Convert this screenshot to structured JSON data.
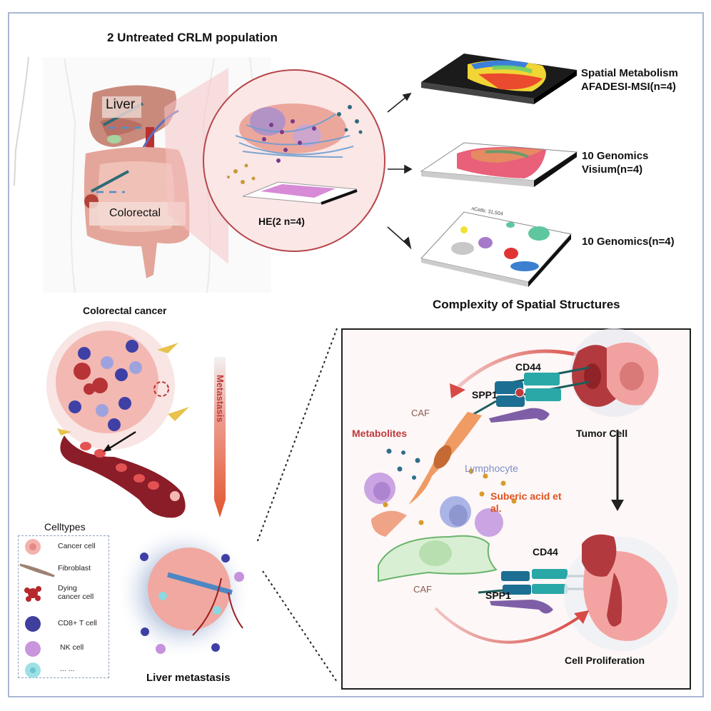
{
  "figure": {
    "top_title": "2 Untreated CRLM population",
    "organ_labels": {
      "liver": "Liver",
      "colorectal": "Colorectal"
    },
    "he_label": "HE(2 n=4)",
    "modalities": [
      {
        "line1": "Spatial Metabolism",
        "line2": "AFADESI-MSI(n=4)"
      },
      {
        "line1": "10 Genomics",
        "line2": "Visium(n=4)"
      },
      {
        "line1": "10 Genomics(n=4)",
        "line2": ""
      }
    ],
    "umap_title": "nCells: 31,504",
    "complexity_title": "Complexity of Spatial Structures",
    "colorectal_cancer_title": "Colorectal cancer",
    "metastasis_label": "Metastasis",
    "liver_metastasis_title": "Liver metastasis",
    "legend": {
      "title": "Celltypes",
      "items": [
        {
          "label": "Cancer cell",
          "icon": "cancer-cell-icon"
        },
        {
          "label": "Fibroblast",
          "icon": "fibroblast-icon"
        },
        {
          "label": "Dying\ncancer cell",
          "line1": "Dying",
          "line2": "cancer cell",
          "icon": "dying-cancer-cell-icon"
        },
        {
          "label": "CD8+ T cell",
          "icon": "cd8-t-cell-icon"
        },
        {
          "label": "NK cell",
          "icon": "nk-cell-icon"
        },
        {
          "label": "... ...",
          "icon": "other-cell-icon"
        }
      ]
    },
    "inset": {
      "cd44_top": "CD44",
      "spp1_top": "SPP1",
      "caf_top": "CAF",
      "metabolites": "Metabolites",
      "tumor_cell": "Tumor Cell",
      "lymphocyte": "Lymphocyte",
      "suberic_line1": "Suberic acid et",
      "suberic_line2": "al.",
      "cd44_bottom": "CD44",
      "caf_bottom": "CAF",
      "spp1_bottom": "SPP1",
      "cell_proliferation": "Cell Proliferation"
    },
    "colors": {
      "frame_border": "#a9b7d3",
      "metabolites_red": "#c0393b",
      "suberic_orange": "#e0521e",
      "lymphocyte_blue": "#7f8fc4",
      "caf_brown": "#8a5a4e",
      "metastasis_red": "#c0393b",
      "circle_stroke": "#b5474b"
    }
  }
}
